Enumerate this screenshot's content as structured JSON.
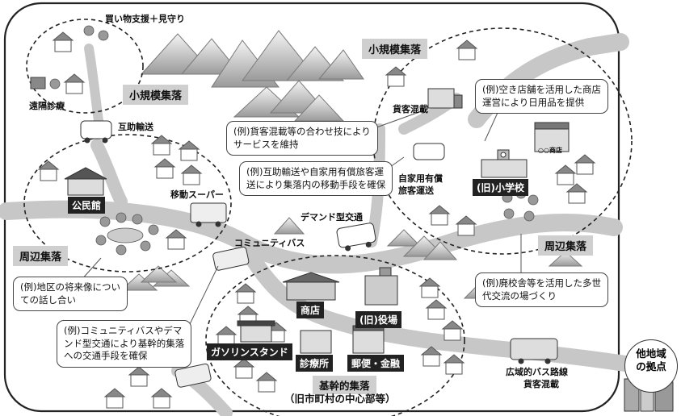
{
  "settlements": {
    "small_left": "小規模集落",
    "small_right": "小規模集落",
    "peripheral_left": "周辺集落",
    "peripheral_right": "周辺集落",
    "core_title": "基幹的集落",
    "core_subtitle": "（旧市町村の中心部等）"
  },
  "labels": {
    "shopping_support": "買い物支援＋見守り",
    "remote_medical": "遠隔診療",
    "mutual_transport": "互助輸送",
    "community_hall": "公民館",
    "mobile_supermarket": "移動スーパー",
    "freight_passenger_left": "貨客混載",
    "paid_transport_1": "自家用有償",
    "paid_transport_2": "旅客運送",
    "old_school": "(旧)小学校",
    "demand_transport": "デマンド型交通",
    "community_bus": "コミュニティバス",
    "shop": "商店",
    "old_office": "(旧)役場",
    "gas_station": "ガソリンスタンド",
    "clinic": "診療所",
    "post_bank": "郵便・金融",
    "wide_bus_1": "広域的バス路線",
    "wide_bus_2": "貨客混載",
    "shop_sign": "○○商店"
  },
  "hub": {
    "line1": "他地域",
    "line2": "の拠点"
  },
  "callouts": {
    "freight": [
      "(例)貨客混載等の合わせ技により",
      "サービスを維持"
    ],
    "mutual": [
      "(例)互助輸送や自家用有償旅客運",
      "送により集落内の移動手段を確保"
    ],
    "vacant_store": [
      "(例)空き店舗を活用した商店",
      "運営により日用品を提供"
    ],
    "future_talk": [
      "(例)地区の将来像につい",
      "ての話し合い"
    ],
    "school_reuse": [
      "(例)廃校舎等を活用した多世",
      "代交流の場づくり"
    ],
    "community_bus": [
      "(例)コミュニティバスやデマ",
      "ンド型交通により基幹的集落",
      "への交通手段を確保"
    ]
  }
}
